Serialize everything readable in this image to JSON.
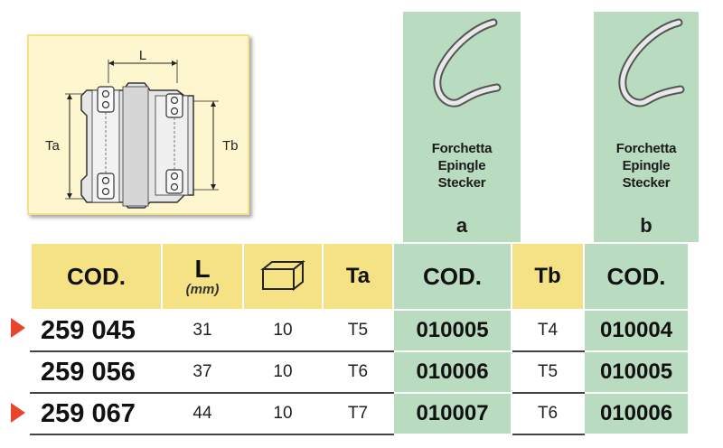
{
  "diagram": {
    "label_L": "L",
    "label_Ta": "Ta",
    "label_Tb": "Tb"
  },
  "pins": [
    {
      "caption_lines": [
        "Forchetta",
        "Epingle",
        "Stecker"
      ],
      "letter": "a"
    },
    {
      "caption_lines": [
        "Forchetta",
        "Epingle",
        "Stecker"
      ],
      "letter": "b"
    }
  ],
  "table": {
    "headers": {
      "cod": "COD.",
      "l_main": "L",
      "l_unit": "(mm)",
      "box_icon": "box-icon",
      "ta": "Ta",
      "cod_a": "COD.",
      "tb": "Tb",
      "cod_b": "COD."
    },
    "rows": [
      {
        "cod": "259 045",
        "l": "31",
        "qty": "10",
        "ta": "T5",
        "cod_a": "010005",
        "tb": "T4",
        "cod_b": "010004",
        "marked": true
      },
      {
        "cod": "259 056",
        "l": "37",
        "qty": "10",
        "ta": "T6",
        "cod_a": "010006",
        "tb": "T5",
        "cod_b": "010005",
        "marked": false
      },
      {
        "cod": "259 067",
        "l": "44",
        "qty": "10",
        "ta": "T7",
        "cod_a": "010007",
        "tb": "T6",
        "cod_b": "010006",
        "marked": true
      }
    ]
  },
  "colors": {
    "header_yellow": "#f5e285",
    "pin_green": "#b9dcc1",
    "marker_red": "#e8462a",
    "diagram_bg": "#fdf6cf"
  }
}
